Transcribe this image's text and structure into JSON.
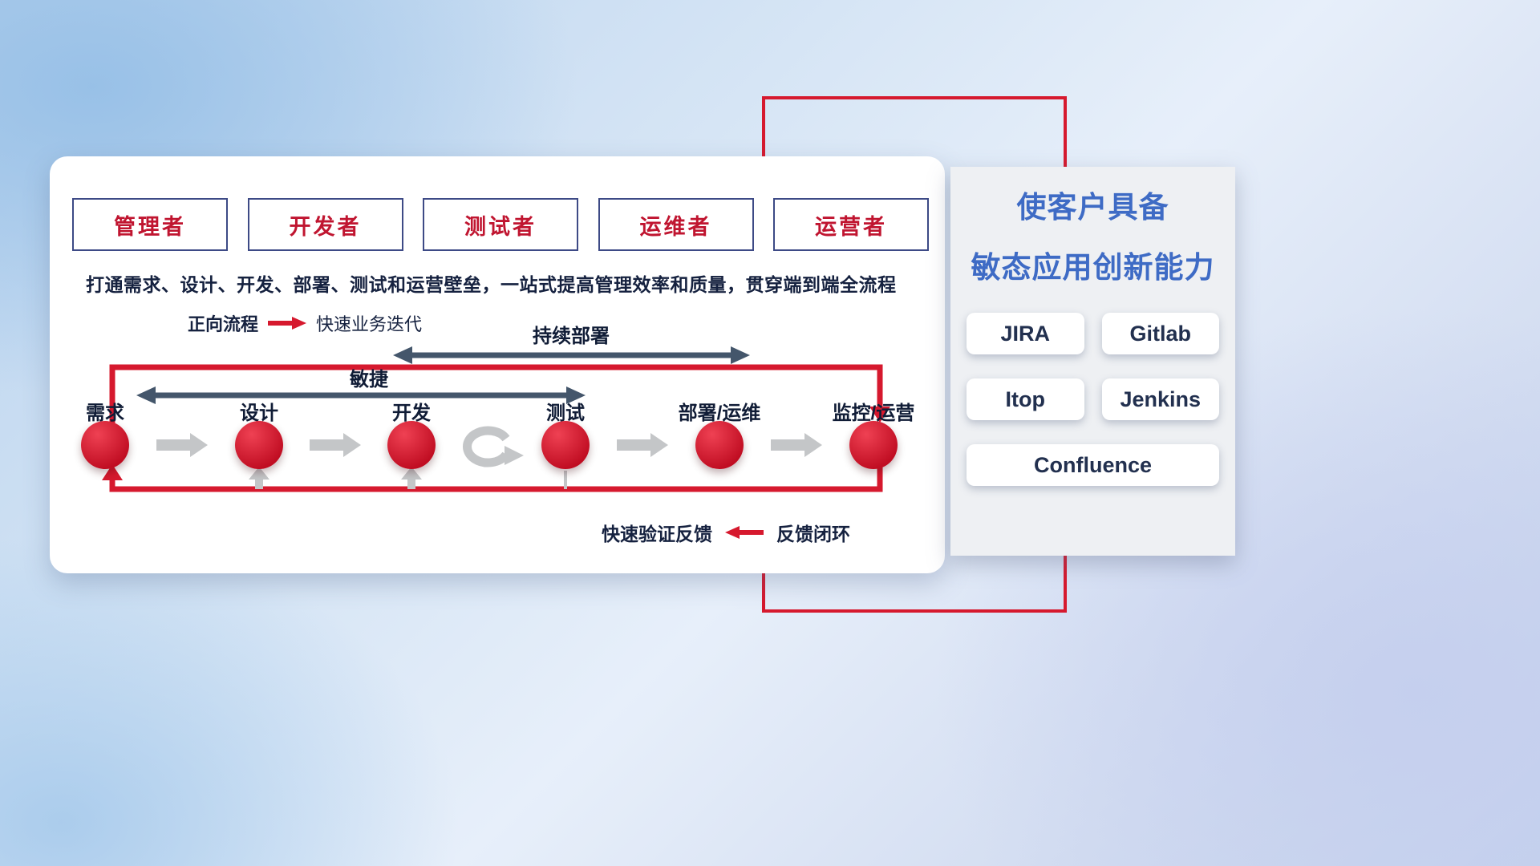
{
  "card": {
    "roles": [
      "管理者",
      "开发者",
      "测试者",
      "运维者",
      "运营者"
    ],
    "subtitle": "打通需求、设计、开发、部署、测试和运营壁垒，一站式提高管理效率和质量，贯穿端到端全流程",
    "legend_forward": {
      "label": "正向流程",
      "desc": "快速业务迭代"
    },
    "diagram": {
      "stages": [
        "需求",
        "设计",
        "开发",
        "测试",
        "部署/运维",
        "监控/运营"
      ],
      "agile_label": "敏捷",
      "continuous_deploy_label": "持续部署"
    },
    "legend_feedback": {
      "desc": "快速验证反馈",
      "label": "反馈闭环"
    }
  },
  "panel": {
    "title_line1": "使客户具备",
    "title_line2": "敏态应用创新能力",
    "tools": [
      "JIRA",
      "Gitlab",
      "Itop",
      "Jenkins",
      "Confluence"
    ]
  },
  "colors": {
    "accent_red": "#d6192e",
    "title_blue": "#3e6bc5",
    "dark_navy": "#15213f",
    "role_text": "#c01530",
    "flow_gray": "#c4c6c8",
    "span_arrow_dark": "#44566b"
  }
}
